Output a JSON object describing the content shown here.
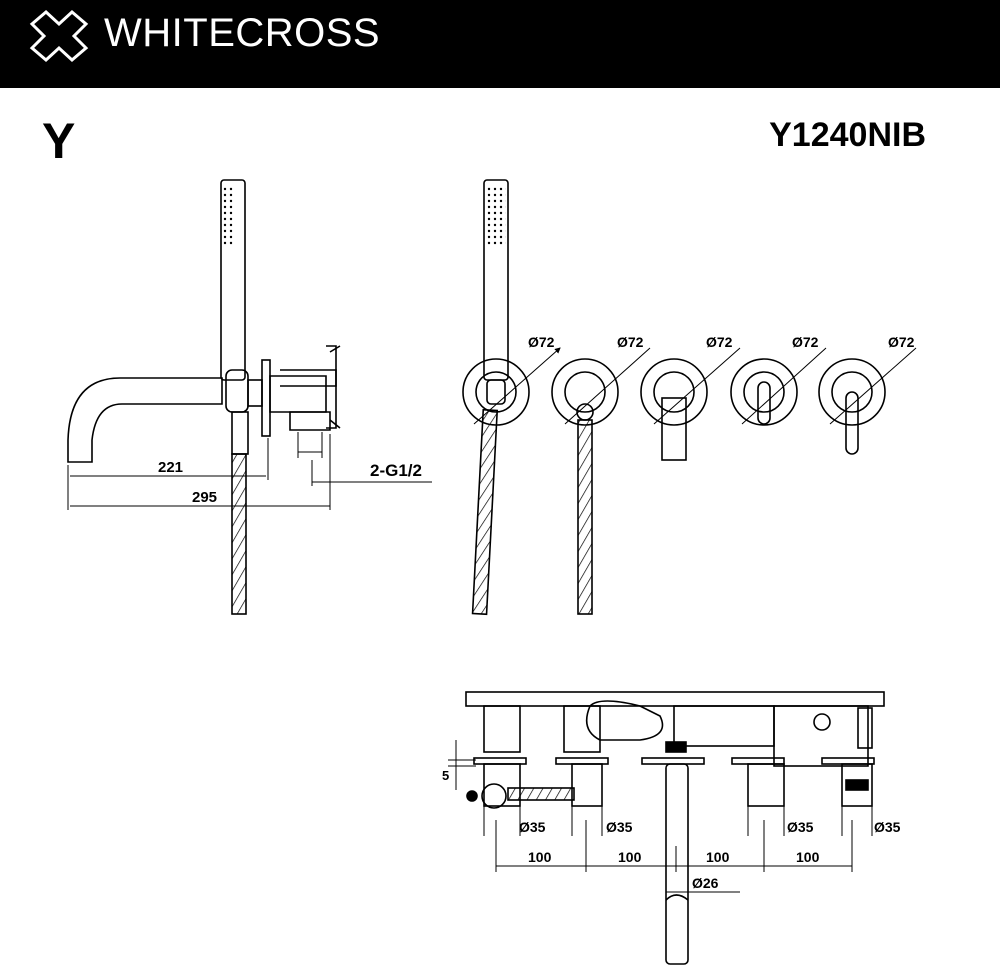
{
  "header": {
    "brand": "WHITECROSS",
    "logo_icon": "cross-x-logo-icon",
    "background": "#000000",
    "text_color": "#ffffff"
  },
  "series_letter": "Y",
  "model_code": "Y1240NIB",
  "side_view": {
    "dim_spout_221": "221",
    "dim_total_295": "295",
    "dim_connection": "2-G1/2"
  },
  "front_view": {
    "plate_diameters": [
      "Ø72",
      "Ø72",
      "Ø72",
      "Ø72",
      "Ø72"
    ]
  },
  "top_view": {
    "dim_offset": "5",
    "body_diameters": [
      "Ø35",
      "Ø35",
      "Ø35",
      "Ø35"
    ],
    "spacings": [
      "100",
      "100",
      "100",
      "100"
    ],
    "spout_diameter": "Ø26"
  }
}
